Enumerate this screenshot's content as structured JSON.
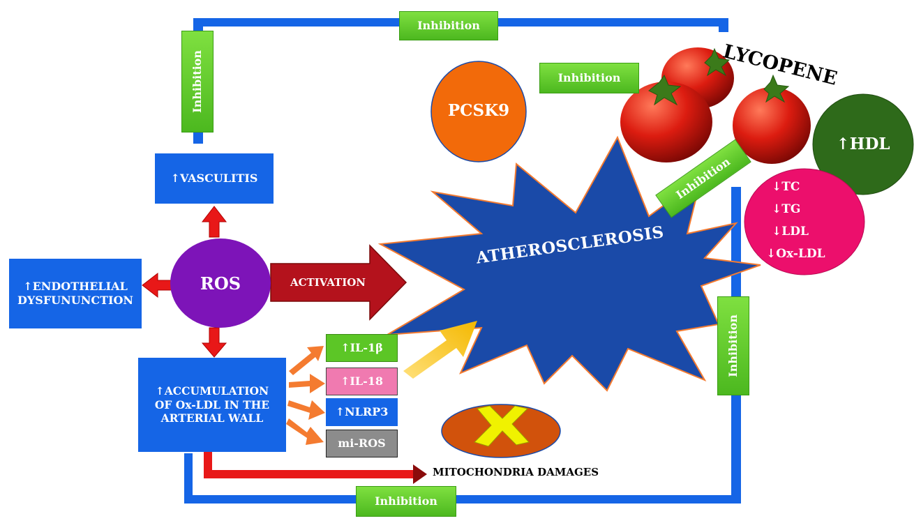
{
  "colors": {
    "blue": "#1565e6",
    "inhibition_green": "#5cc626",
    "star_blue": "#1a4aa8",
    "red_arrow": "#d41c1c",
    "orange_arrow": "#f47b30",
    "ros_purple": "#7d14b8",
    "pcsk9_orange": "#f26a0a",
    "hdl_green": "#2e6a1a",
    "lipid_pink": "#ec0f6c"
  },
  "center": {
    "label": "ATHEROSCLEROSIS"
  },
  "ros": {
    "label": "ROS"
  },
  "activation": {
    "label": "ACTIVATION"
  },
  "pcsk9": {
    "label": "PCSK9"
  },
  "lycopene": {
    "title": "LYCOPENE"
  },
  "hdl": {
    "label": "↑HDL"
  },
  "lipids": [
    "↓TC",
    "↓TG",
    "↓LDL",
    "↓Ox-LDL"
  ],
  "effects": {
    "vasculitis": "↑VASCULITIS",
    "endothelial_line1": "↑ENDOTHELIAL",
    "endothelial_line2": "DYSFUNUNCTION",
    "accumulation_line1": "↑ACCUMULATION",
    "accumulation_line2": "OF Ox-LDL IN THE",
    "accumulation_line3": "ARTERIAL WALL"
  },
  "markers": [
    {
      "label": "↑IL-1β",
      "color": "#5cc626"
    },
    {
      "label": "↑IL-18",
      "color": "#f07ab0"
    },
    {
      "label": "↑NLRP3",
      "color": "#1565e6"
    },
    {
      "label": "mi-ROS",
      "color": "#8c8c8c"
    }
  ],
  "mitochondria": {
    "label": "MITOCHONDRIA DAMAGES"
  },
  "inhibition": {
    "top": "Inhibition",
    "top_left": "Inhibition",
    "pcsk9": "Inhibition",
    "lycopene": "Inhibition",
    "right": "Inhibition",
    "bottom": "Inhibition"
  }
}
